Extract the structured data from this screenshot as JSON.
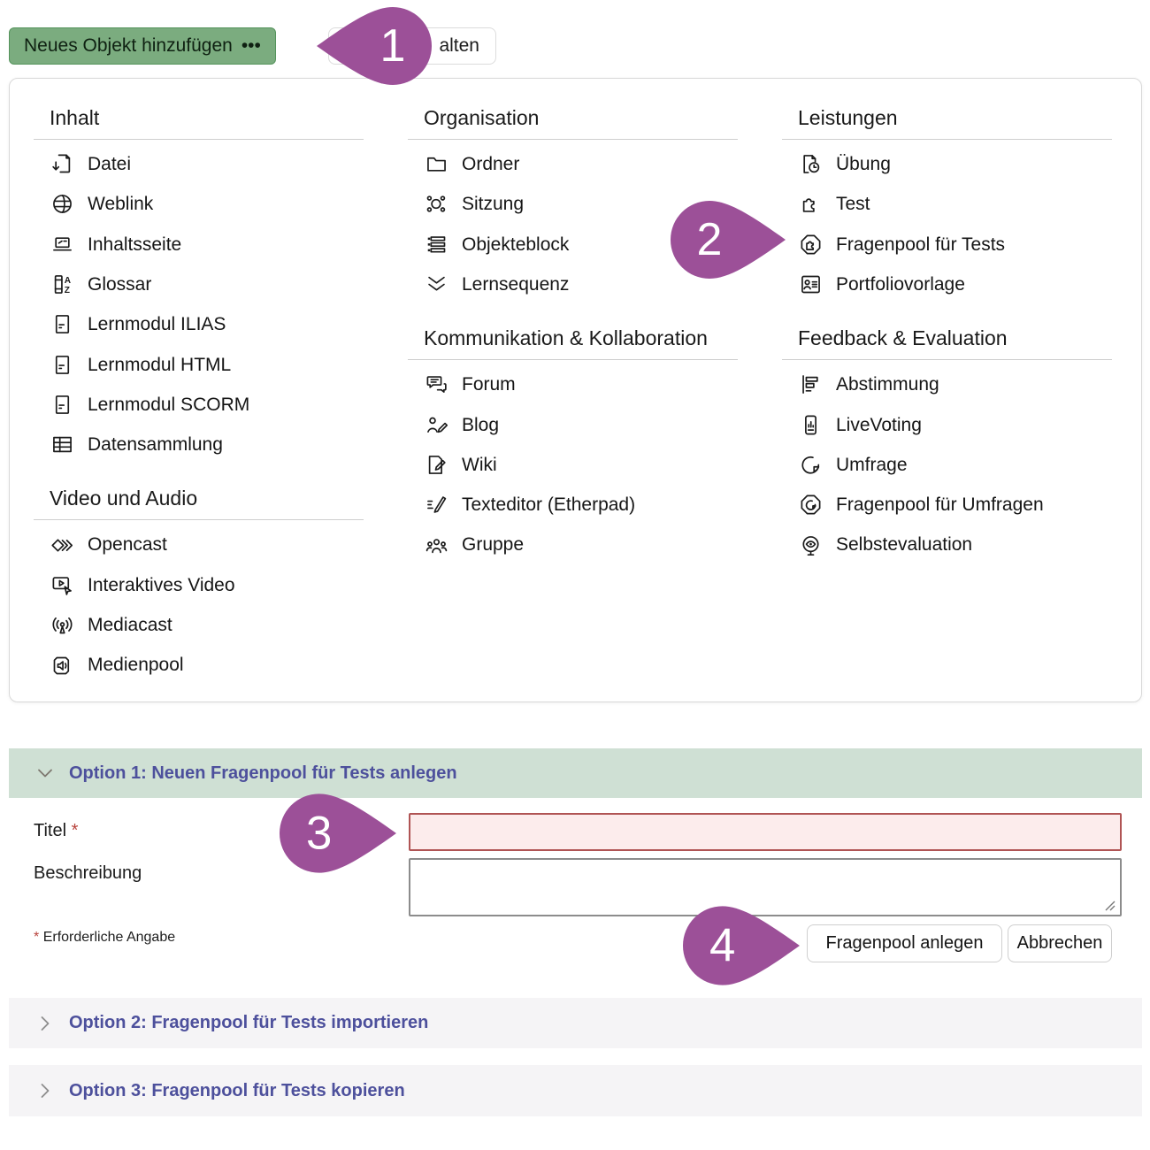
{
  "toolbar": {
    "add_object_label": "Neues Objekt hinzufügen",
    "add_object_dots": "•••",
    "partial_button_visible_label": "alten"
  },
  "callouts": {
    "step1": "1",
    "step2": "2",
    "step3": "3",
    "step4": "4"
  },
  "colors": {
    "add_object_button_bg": "#7bac7f",
    "option1_header_bg": "#cfe0d4",
    "collapsed_bar_bg": "#f5f4f6",
    "accent_indigo_text": "#4d509c",
    "callout_purple": "#9c5098",
    "required_field_bg": "#fcecec",
    "required_field_border": "#b05454",
    "required_red": "#b8433c"
  },
  "menu": {
    "columns": [
      {
        "sections": [
          {
            "title": "Inhalt",
            "items": [
              {
                "label": "Datei",
                "icon": "file-download-icon"
              },
              {
                "label": "Weblink",
                "icon": "globe-icon"
              },
              {
                "label": "Inhaltsseite",
                "icon": "content-page-icon"
              },
              {
                "label": "Glossar",
                "icon": "glossary-icon"
              },
              {
                "label": "Lernmodul ILIAS",
                "icon": "learning-module-icon"
              },
              {
                "label": "Lernmodul HTML",
                "icon": "learning-module-icon"
              },
              {
                "label": "Lernmodul SCORM",
                "icon": "learning-module-icon"
              },
              {
                "label": "Datensammlung",
                "icon": "data-table-icon"
              }
            ]
          },
          {
            "title": "Video und Audio",
            "items": [
              {
                "label": "Opencast",
                "icon": "opencast-icon"
              },
              {
                "label": "Interaktives Video",
                "icon": "interactive-video-icon"
              },
              {
                "label": "Mediacast",
                "icon": "mediacast-icon"
              },
              {
                "label": "Medienpool",
                "icon": "media-pool-icon"
              }
            ]
          }
        ]
      },
      {
        "sections": [
          {
            "title": "Organisation",
            "items": [
              {
                "label": "Ordner",
                "icon": "folder-icon"
              },
              {
                "label": "Sitzung",
                "icon": "session-icon"
              },
              {
                "label": "Objekteblock",
                "icon": "object-block-icon"
              },
              {
                "label": "Lernsequenz",
                "icon": "learning-sequence-icon"
              }
            ]
          },
          {
            "title": "Kommunikation & Kollabo­ration",
            "items": [
              {
                "label": "Forum",
                "icon": "forum-icon"
              },
              {
                "label": "Blog",
                "icon": "blog-icon"
              },
              {
                "label": "Wiki",
                "icon": "wiki-icon"
              },
              {
                "label": "Texteditor (Etherpad)",
                "icon": "text-editor-icon"
              },
              {
                "label": "Gruppe",
                "icon": "group-icon"
              }
            ]
          }
        ]
      },
      {
        "sections": [
          {
            "title": "Leistungen",
            "items": [
              {
                "label": "Übung",
                "icon": "exercise-icon"
              },
              {
                "label": "Test",
                "icon": "test-puzzle-icon"
              },
              {
                "label": "Fragenpool für Tests",
                "icon": "question-pool-tests-icon"
              },
              {
                "label": "Portfoliovorlage",
                "icon": "portfolio-template-icon"
              }
            ]
          },
          {
            "title": "Feedback & Evaluation",
            "items": [
              {
                "label": "Abstimmung",
                "icon": "poll-icon"
              },
              {
                "label": "LiveVoting",
                "icon": "live-voting-icon"
              },
              {
                "label": "Umfrage",
                "icon": "survey-pie-icon"
              },
              {
                "label": "Fragenpool für Umfragen",
                "icon": "question-pool-surveys-icon"
              },
              {
                "label": "Selbstevaluation",
                "icon": "self-evaluation-icon"
              }
            ]
          }
        ]
      }
    ]
  },
  "option1": {
    "title": "Option 1: Neuen Fragenpool für Tests anlegen",
    "title_label": "Titel",
    "required_mark": "*",
    "title_value": "",
    "description_label": "Beschreibung",
    "description_value": "",
    "required_note_mark": "*",
    "required_note": "Erforderliche Angabe",
    "submit_label": "Fragenpool anlegen",
    "cancel_label": "Abbrechen"
  },
  "option2": {
    "title": "Option 2: Fragenpool für Tests importieren"
  },
  "option3": {
    "title": "Option 3: Fragenpool für Tests kopieren"
  }
}
